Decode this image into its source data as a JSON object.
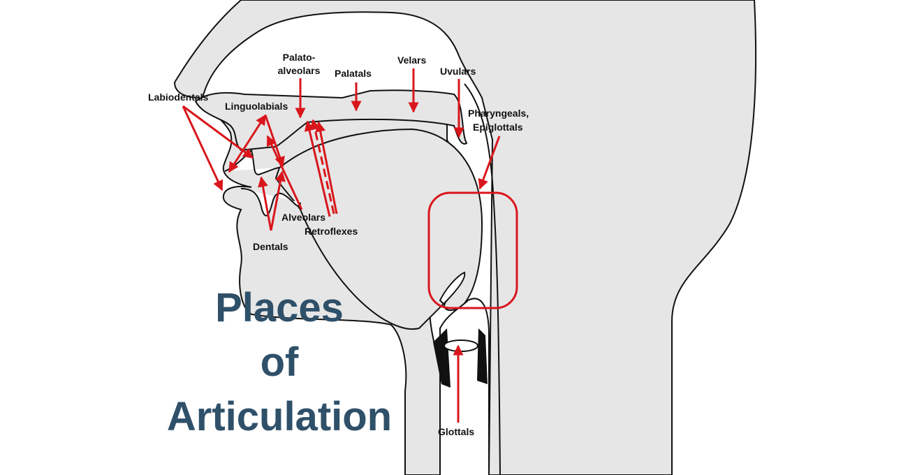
{
  "title": {
    "line1": "Places",
    "line2": "of",
    "line3": "Articulation"
  },
  "labels": {
    "labiodentals": "Labiodentals",
    "linguolabials": "Linguolabials",
    "palato1": "Palato-",
    "palato2": "alveolars",
    "palatals": "Palatals",
    "velars": "Velars",
    "uvulars": "Uvulars",
    "pharyngeals": "Pharyngeals,",
    "epiglottals": "Epiglottals",
    "alveolars": "Alveolars",
    "retroflexes": "Retroflexes",
    "dentals": "Dentals",
    "glottals": "Glottals"
  },
  "colors": {
    "arrow": "#d9161c",
    "head": "#e6e6e6",
    "title": "#2f5069"
  }
}
